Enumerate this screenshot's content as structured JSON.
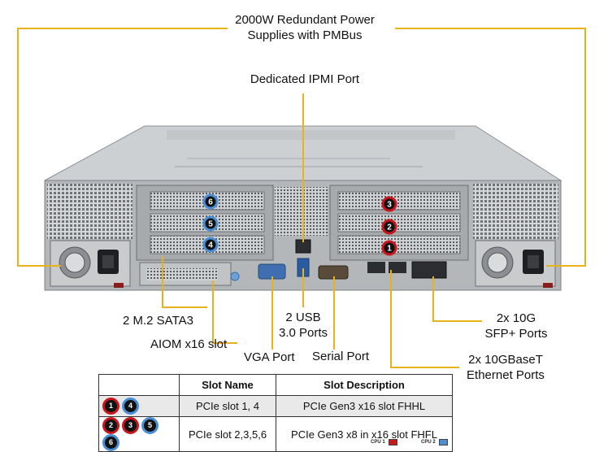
{
  "callouts": {
    "power_line1": "2000W Redundant Power",
    "power_line2": "Supplies with PMBus",
    "ipmi": "Dedicated IPMI Port",
    "m2": "2 M.2 SATA3",
    "aiom": "AIOM x16 slot",
    "usb_line1": "2 USB",
    "usb_line2": "3.0 Ports",
    "vga": "VGA Port",
    "serial": "Serial Port",
    "sfp_line1": "2x 10G",
    "sfp_line2": "SFP+ Ports",
    "ethernet_line1": "2x 10GBaseT",
    "ethernet_line2": "Ethernet Ports"
  },
  "slot_badges": [
    "6",
    "5",
    "4",
    "3",
    "2",
    "1"
  ],
  "table": {
    "headers": [
      "",
      "Slot Name",
      "Slot Description"
    ],
    "rows": [
      {
        "badges": [
          {
            "n": "1",
            "cpu": "red"
          },
          {
            "n": "4",
            "cpu": "blue"
          }
        ],
        "name": "PCIe slot 1, 4",
        "desc": "PCIe Gen3 x16 slot FHHL"
      },
      {
        "badges": [
          {
            "n": "2",
            "cpu": "red"
          },
          {
            "n": "3",
            "cpu": "red"
          },
          {
            "n": "5",
            "cpu": "blue"
          },
          {
            "n": "6",
            "cpu": "blue"
          }
        ],
        "name": "PCIe slot 2,3,5,6",
        "desc": "PCIe Gen3 x8 in x16 slot FHFL"
      }
    ]
  },
  "legend": {
    "cpu1": "CPU 1",
    "cpu2": "CPU 2"
  },
  "colors": {
    "leader": "#e8b21a",
    "cpu1": "#c8161d",
    "cpu2": "#4a8fd6",
    "chassis": "#b9bcbf"
  }
}
